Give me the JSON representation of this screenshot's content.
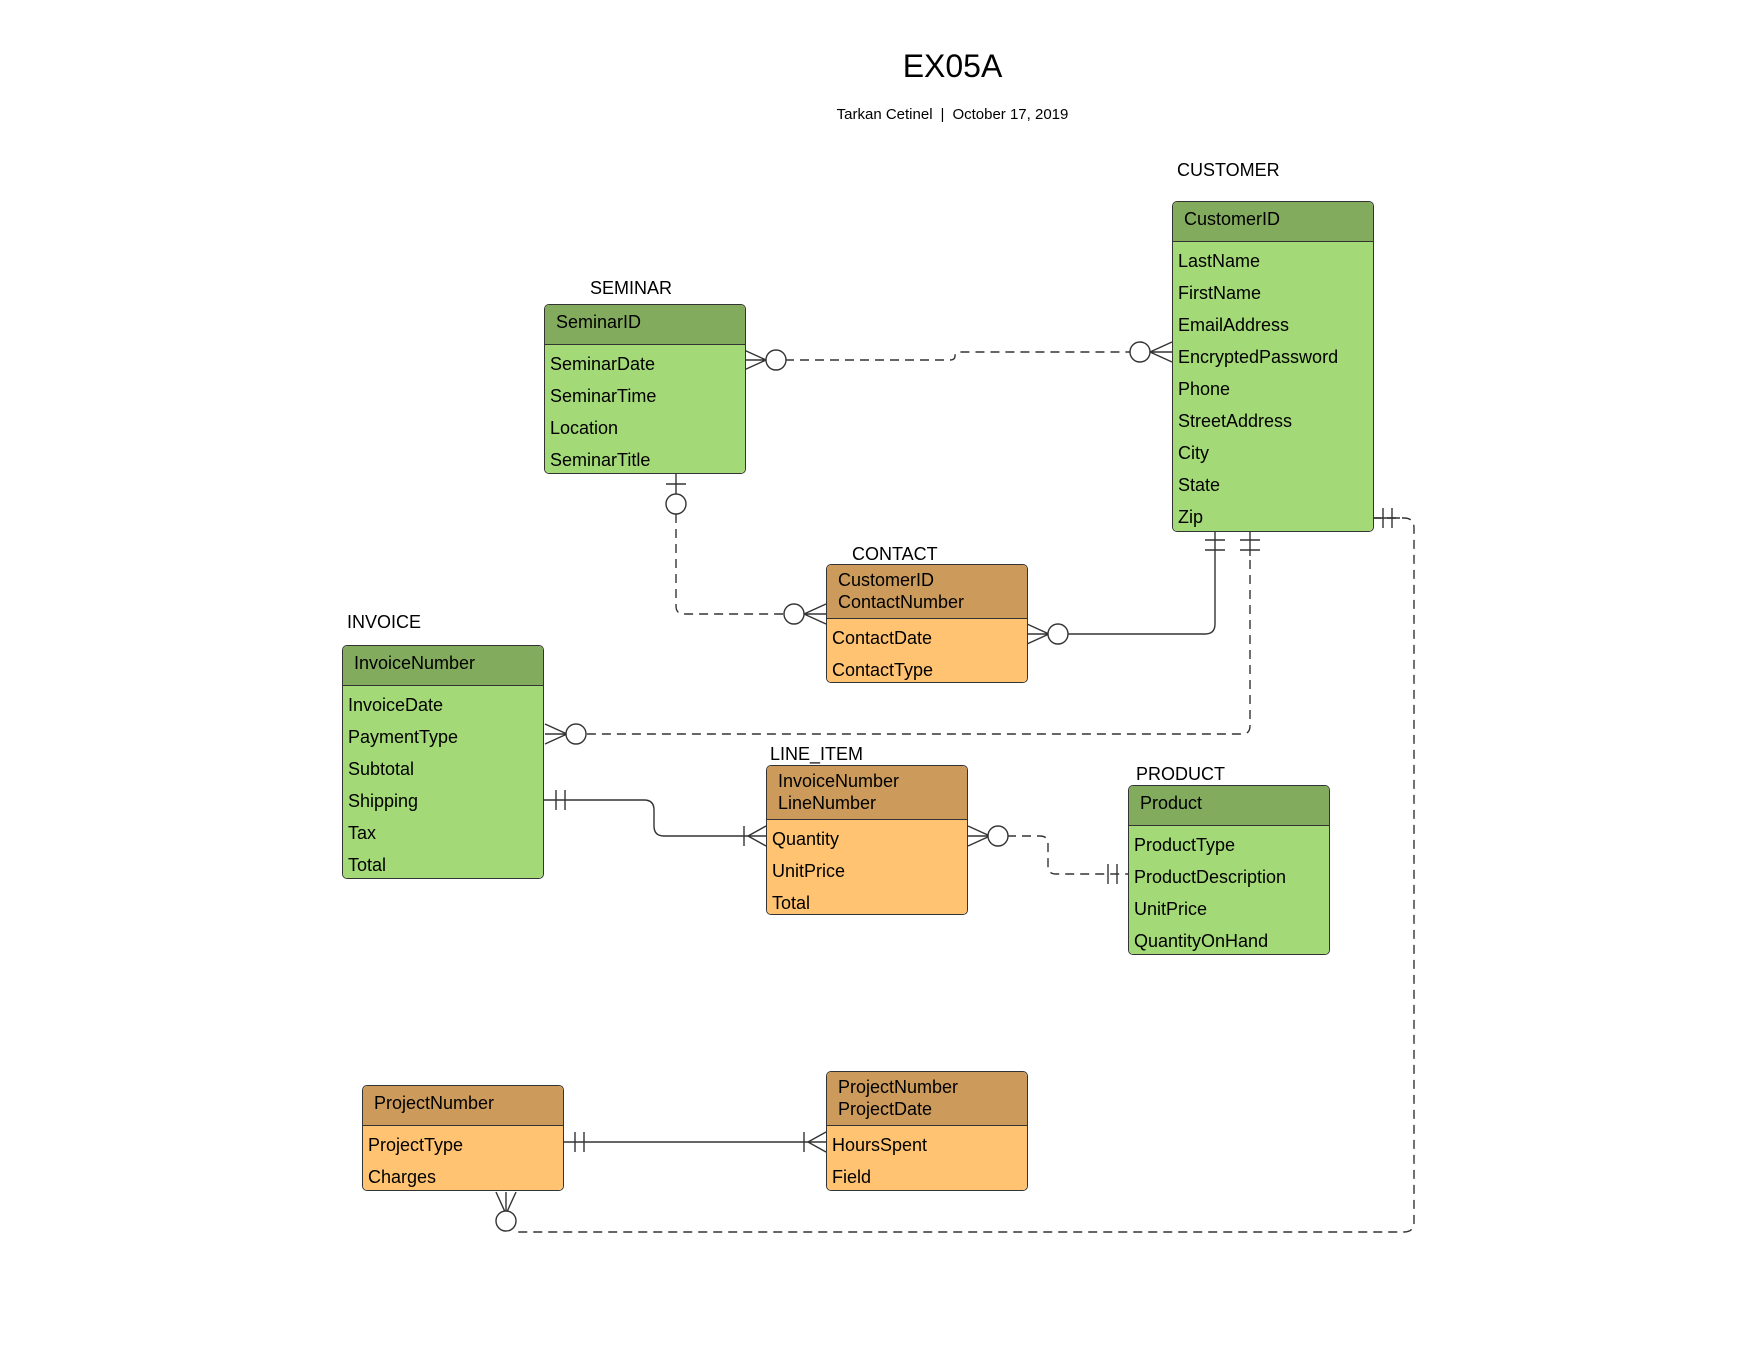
{
  "title": "EX05A",
  "subtitle": {
    "author": "Tarkan Cetinel",
    "separator": "|",
    "date": "October 17, 2019"
  },
  "colors": {
    "pk_green": "#82ab5e",
    "attr_green": "#a3d977",
    "pk_orange": "#cc9b5c",
    "attr_orange": "#ffc372",
    "line": "#333333"
  },
  "entities": {
    "seminar": {
      "label": "SEMINAR",
      "keys": [
        "SeminarID"
      ],
      "attributes": [
        "SeminarDate",
        "SeminarTime",
        "Location",
        "SeminarTitle"
      ]
    },
    "customer": {
      "label": "CUSTOMER",
      "keys": [
        "CustomerID"
      ],
      "attributes": [
        "LastName",
        "FirstName",
        "EmailAddress",
        "EncryptedPassword",
        "Phone",
        "StreetAddress",
        "City",
        "State",
        "Zip"
      ]
    },
    "contact": {
      "label": "CONTACT",
      "keys": [
        "CustomerID",
        "ContactNumber"
      ],
      "attributes": [
        "ContactDate",
        "ContactType"
      ]
    },
    "invoice": {
      "label": "INVOICE",
      "keys": [
        "InvoiceNumber"
      ],
      "attributes": [
        "InvoiceDate",
        "PaymentType",
        "Subtotal",
        "Shipping",
        "Tax",
        "Total"
      ]
    },
    "line_item": {
      "label": "LINE_ITEM",
      "keys": [
        "InvoiceNumber",
        "LineNumber"
      ],
      "attributes": [
        "Quantity",
        "UnitPrice",
        "Total"
      ]
    },
    "product": {
      "label": "PRODUCT",
      "keys": [
        "Product"
      ],
      "attributes": [
        "ProductType",
        "ProductDescription",
        "UnitPrice",
        "QuantityOnHand"
      ]
    },
    "project": {
      "label": "",
      "keys": [
        "ProjectNumber"
      ],
      "attributes": [
        "ProjectType",
        "Charges"
      ]
    },
    "project_hours": {
      "label": "",
      "keys": [
        "ProjectNumber",
        "ProjectDate"
      ],
      "attributes": [
        "HoursSpent",
        "Field"
      ]
    }
  },
  "relationships": [
    {
      "from": "seminar",
      "to": "customer",
      "from_end": "zero-or-many",
      "to_end": "zero-or-many",
      "style": "dashed"
    },
    {
      "from": "seminar",
      "to": "contact",
      "from_end": "zero-or-one",
      "to_end": "zero-or-many",
      "style": "dashed"
    },
    {
      "from": "customer",
      "to": "contact",
      "from_end": "exactly-one",
      "to_end": "zero-or-many",
      "style": "solid"
    },
    {
      "from": "customer",
      "to": "invoice",
      "from_end": "exactly-one",
      "to_end": "zero-or-many",
      "style": "dashed"
    },
    {
      "from": "invoice",
      "to": "line_item",
      "from_end": "exactly-one",
      "to_end": "one-or-many",
      "style": "solid"
    },
    {
      "from": "product",
      "to": "line_item",
      "from_end": "exactly-one",
      "to_end": "zero-or-many",
      "style": "dashed"
    },
    {
      "from": "project",
      "to": "project_hours",
      "from_end": "exactly-one",
      "to_end": "one-or-many",
      "style": "solid"
    },
    {
      "from": "customer",
      "to": "project",
      "from_end": "exactly-one",
      "to_end": "zero-or-many",
      "style": "dashed"
    }
  ]
}
